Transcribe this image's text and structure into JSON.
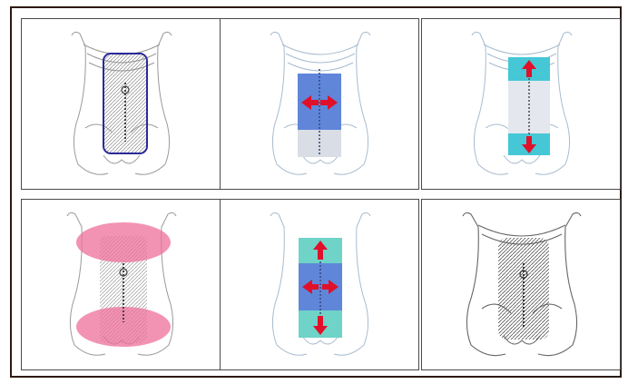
{
  "figure": {
    "panels": [
      {
        "id": "p1",
        "torso": "gray",
        "overlay": "mesh-outline",
        "mesh_color": "#2a2a9a"
      },
      {
        "id": "p2",
        "torso": "pale-blue",
        "overlay": "lateral-expansion",
        "fill_color": "#5f86d9",
        "arrow_color": "#e0102a"
      },
      {
        "id": "p3",
        "torso": "pale-blue",
        "overlay": "longitudinal-expansion",
        "fill_color": "#45c7d6",
        "arrow_color": "#e0102a"
      },
      {
        "id": "p4",
        "torso": "gray",
        "overlay": "upper-lower-zones",
        "fill_color": "#ee6f9a"
      },
      {
        "id": "p5",
        "torso": "pale-blue",
        "overlay": "combined-expansion",
        "fill_color": "#5f86d9",
        "band_color": "#6fd3c8",
        "arrow_color": "#e0102a"
      },
      {
        "id": "p6",
        "torso": "dark-gray",
        "overlay": "final-mesh",
        "mesh_color": "#666666"
      }
    ]
  }
}
